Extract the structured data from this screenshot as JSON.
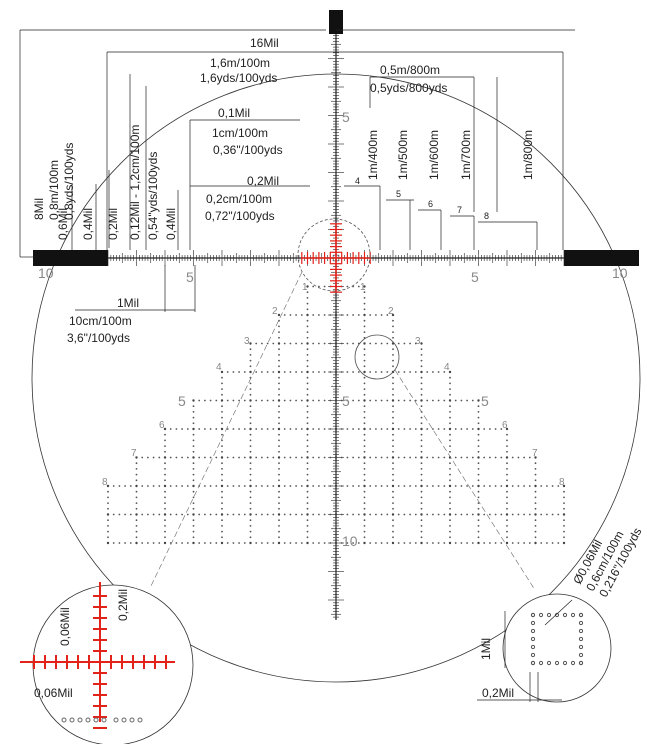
{
  "labels": {
    "mil8": [
      "8Mil",
      "0,8m/100m",
      "0,8yds/100yds"
    ],
    "mil16": [
      "16Mil",
      "1,6m/100m",
      "1,6yds/100yds"
    ],
    "mil6l": "0,6Mil",
    "mil4l": "0,4Mil",
    "mil2v": "0,2Mil",
    "mil12": "0,12Mil - 1,2cm/100m",
    "yds54": "0,54\"yds/100yds",
    "mil4b": "0,4Mil",
    "mil01": [
      "0,1Mil",
      "1cm/100m",
      "0,36\"/100yds"
    ],
    "mil02": [
      "0,2Mil",
      "0,2cm/100m",
      "0,72\"/100yds"
    ],
    "mil05": [
      "0,5m/800m",
      "0,5yds/800yds"
    ],
    "drops": [
      "1m/400m",
      "1m/500m",
      "1m/600m",
      "1m/700m",
      "1m/800m"
    ],
    "dropNums": [
      "4",
      "5",
      "6",
      "7",
      "8"
    ],
    "mil1": [
      "1Mil",
      "10cm/100m",
      "3,6\"/100yds"
    ],
    "hNums": [
      "10",
      "5",
      "5",
      "10"
    ],
    "vNums": [
      "5",
      "1",
      "1",
      "2",
      "2",
      "3",
      "3",
      "4",
      "4",
      "5",
      "5",
      "5",
      "6",
      "6",
      "7",
      "7",
      "8",
      "8",
      "10"
    ],
    "zoomL": [
      "0,2Mil",
      "0,06Mil",
      "0,06Mil"
    ],
    "zoomR": [
      "1Mil",
      "0,2Mil"
    ],
    "dotLabel": [
      "0,06Mil",
      "0,6cm/100m",
      "0,216\"/100yds"
    ],
    "diameter": "Ø"
  },
  "colors": {
    "line": "#222222",
    "grid": "#666666",
    "accent": "#e2231a",
    "label": "#888888"
  }
}
